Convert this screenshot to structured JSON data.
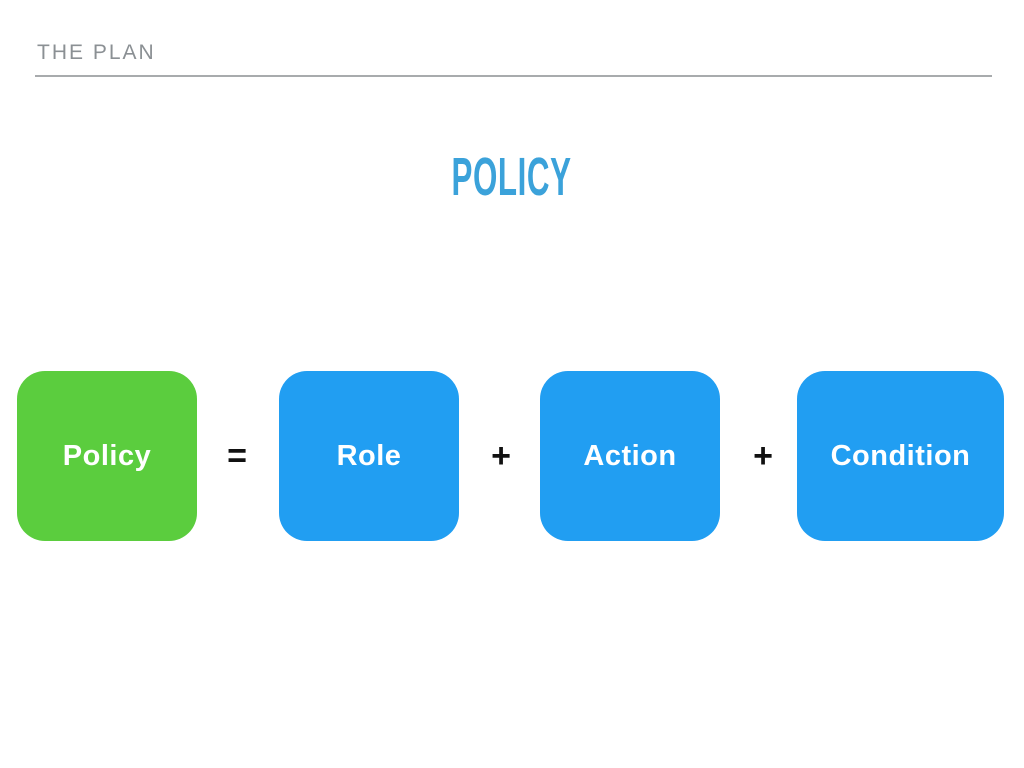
{
  "slide": {
    "header": {
      "label": "THE PLAN"
    },
    "title": {
      "text": "POLICY",
      "color": "#3ba2da"
    },
    "equation": {
      "boxes": [
        {
          "label": "Policy",
          "color": "#5bcd3e",
          "role": "result"
        },
        {
          "label": "Role",
          "color": "#219ef2",
          "role": "term"
        },
        {
          "label": "Action",
          "color": "#219ef2",
          "role": "term"
        },
        {
          "label": "Condition",
          "color": "#219ef2",
          "role": "term"
        }
      ],
      "operators": [
        {
          "symbol": "="
        },
        {
          "symbol": "+"
        },
        {
          "symbol": "+"
        }
      ]
    },
    "colors": {
      "background": "#ffffff",
      "header_text": "#8b9094",
      "rule_line": "#a8abad",
      "operator": "#111111",
      "box_label": "#ffffff"
    }
  }
}
